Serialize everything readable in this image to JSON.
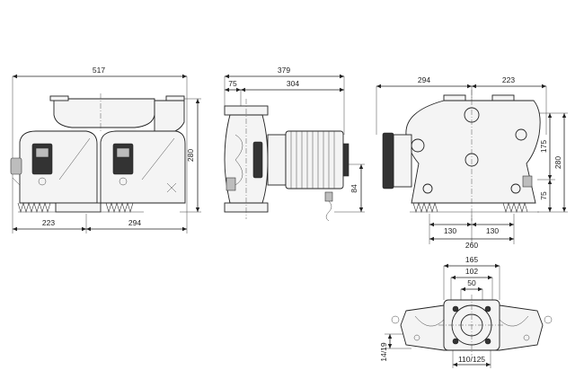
{
  "views": {
    "front": {
      "dims": {
        "overall_width": "517",
        "left_offset": "223",
        "right_offset": "294",
        "height": "280"
      }
    },
    "side": {
      "dims": {
        "overall_length": "379",
        "flange_offset": "75",
        "motor_length": "304",
        "shaft_height": "84"
      }
    },
    "rear": {
      "dims": {
        "left_width": "294",
        "right_width": "223",
        "upper_height": "175",
        "overall_height": "280",
        "lower_height": "75",
        "left_foot": "130",
        "right_foot": "130",
        "foot_spacing": "260"
      }
    },
    "top": {
      "dims": {
        "flange_outer": "165",
        "bolt_circle": "102",
        "bore": "50",
        "bolt_holes": "14/19",
        "foot_holes": "110/125"
      }
    }
  }
}
